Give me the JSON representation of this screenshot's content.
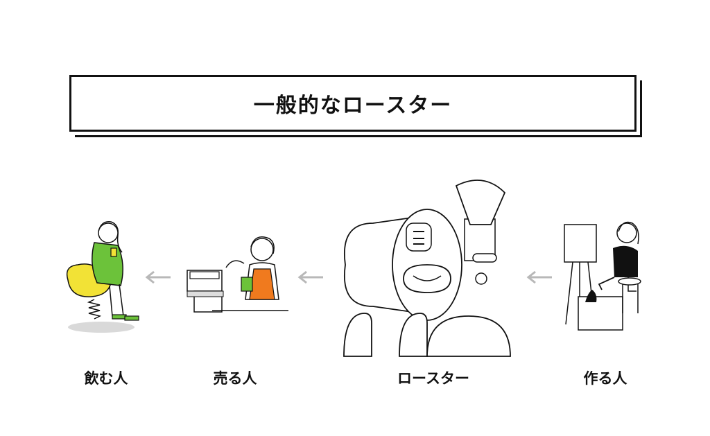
{
  "title": "一般的なロースター",
  "stages": [
    {
      "label": "飲む人"
    },
    {
      "label": "売る人"
    },
    {
      "label": "ロースター"
    },
    {
      "label": "作る人"
    }
  ],
  "colors": {
    "line": "#111111",
    "arrow": "#b8b8b8",
    "drinker_shirt": "#6cc23a",
    "rocking_seat": "#f2e236",
    "apron": "#f07a1e"
  },
  "icons": [
    "left-arrow-icon",
    "left-arrow-icon",
    "left-arrow-icon"
  ]
}
